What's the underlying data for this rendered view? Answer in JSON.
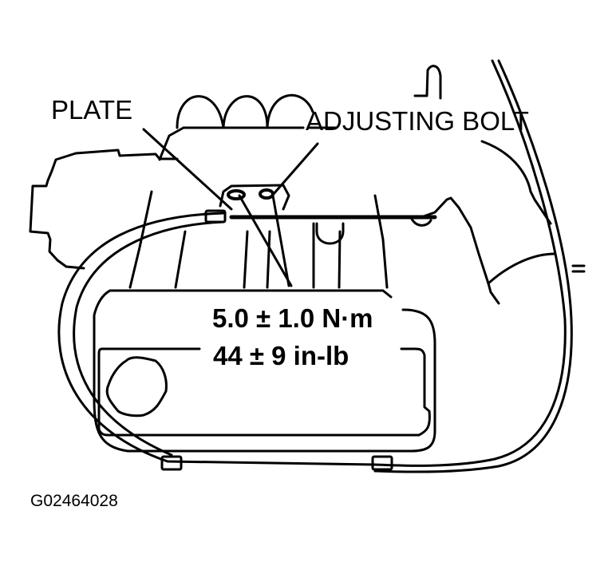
{
  "diagram": {
    "labels": {
      "plate": "PLATE",
      "adjusting_bolt": "ADJUSTING BOLT"
    },
    "torque_spec": {
      "metric": "5.0 ± 1.0 N·m",
      "imperial": "44 ± 9 in-lb"
    },
    "figure_id": "G02464028",
    "colors": {
      "line": "#000000",
      "background": "#ffffff"
    }
  }
}
